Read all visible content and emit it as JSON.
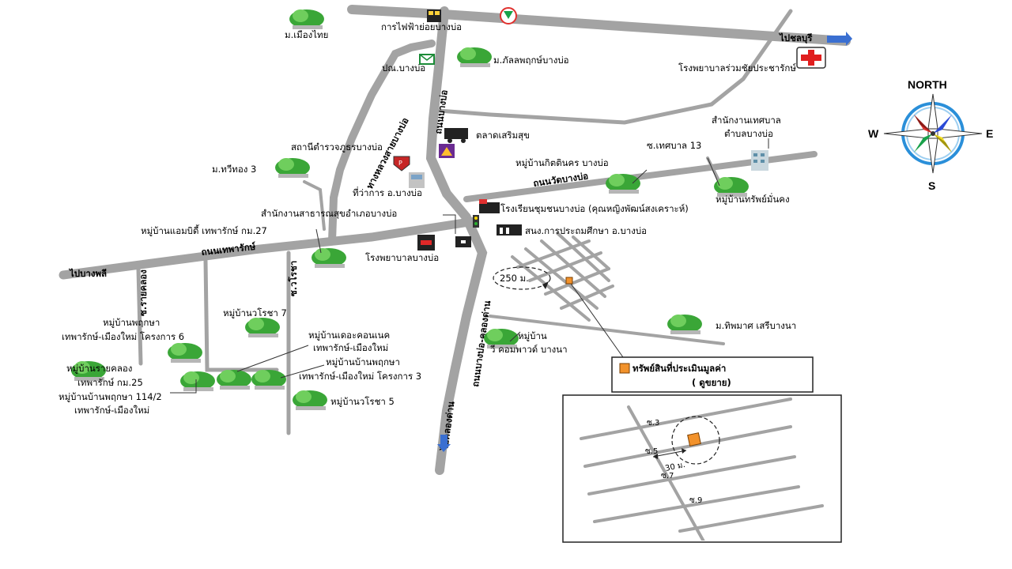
{
  "compass": {
    "north": "NORTH",
    "west": "W",
    "east": "E",
    "south": "S"
  },
  "legend": {
    "line1": "ทรัพย์สินที่ประเมินมูลค่า",
    "line2": "( ดูขยาย)"
  },
  "distance_main": "250 ม.",
  "inset": {
    "distance": "30 ม.",
    "soi_3": "ซ.3",
    "soi_5": "ซ.5",
    "soi_7": "ซ.7",
    "soi_9": "ซ.9"
  },
  "roads": {
    "to_chonburi": "ไปชลบุรี",
    "to_bangphli": "ไปบางพลี",
    "to_khlong_dan": "ไปคลองด่าน",
    "thepharak": "ถนนเทพารักษ์",
    "bangbo_main": "ถนนบางบ่อ",
    "soi_khlong_kaeo": "ถนนวัดบางบ่อ",
    "prachatipat": "ถนนบางบ่อ-คลองด่าน",
    "ramkhamhaeng": "ถนนวัดบางบ่อ",
    "soi_rai_khlong": "ซ.รายคลอง",
    "soi_wirot": "ซ.วโรชา",
    "soi_thetsaban": "ซ.เทศบาล 13",
    "khlong_dan_kaeo": "ทางหลวงสายบางบ่อ"
  },
  "places": {
    "muang_thai": "ม.เมืองไทย",
    "electricity": "การไฟฟ้าย่อยบางบ่อ",
    "post": "ปณ.บางบ่อ",
    "park": "ม.ภัลลพฤกษ์บางบ่อ",
    "hospital_top": "โรงพยาบาลร่วมชัยประชารักษ์",
    "municipal_office": "สำนักงานเทศบาล",
    "municipal_office2": "ตำบลบางบ่อ",
    "market": "ตลาดเสริมสุข",
    "police": "สถานีตำรวจภูธรบางบ่อ",
    "mahawi": "ม.ทวีทอง 3",
    "district_office": "ที่ว่าการ อ.บางบ่อ",
    "kit_nakhon": "หมู่บ้านกิตตินคร บางบ่อ",
    "thetsaban13": "ซ.เทศบาล 13",
    "sap_mankong": "หมู่บ้านทรัพย์มั่นคง",
    "public_health": "สำนักงานสาธารณสุขอำเภอบางบ่อ",
    "school": "โรงเรียนชุมชนบางบ่อ (คุณหญิงพัฒน์สงเคราะห์)",
    "ampere": "หมู่บ้านแอมบิดี้ เทพารักษ์ กม.27",
    "edu_office": "สนง.การประถมศึกษา อ.บางบ่อ",
    "hospital_main": "โรงพยาบาลบางบ่อ",
    "prueksa_6": "หมู่บ้านพฤกษา",
    "prueksa_6b": "เทพารักษ์-เมืองใหม่ โครงการ 6",
    "worasa7": "หมู่บ้านวโรชา 7",
    "the_connect": "หมู่บ้านเดอะคอนเนค",
    "the_connect2": "เทพารักษ์-เมืองใหม่",
    "prueksa_3": "หมู่บ้านบ้านพฤกษา",
    "prueksa_3b": "เทพารักษ์-เมืองใหม่ โครงการ 3",
    "rai_khlong": "หมู่บ้านรายคลอง",
    "rai_khlong2": "เทพารักษ์ กม.25",
    "prueksa_114": "หมู่บ้านบ้านพฤกษา 114/2",
    "prueksa_114b": "เทพารักษ์-เมืองใหม่",
    "worasa5": "หมู่บ้านวโรชา 5",
    "thip_mat": "ม.ทิพมาศ เสรีบางนา",
    "village_r": "หมู่บ้าน",
    "village_r2": "วี คอมพาวด์ บางนา"
  }
}
